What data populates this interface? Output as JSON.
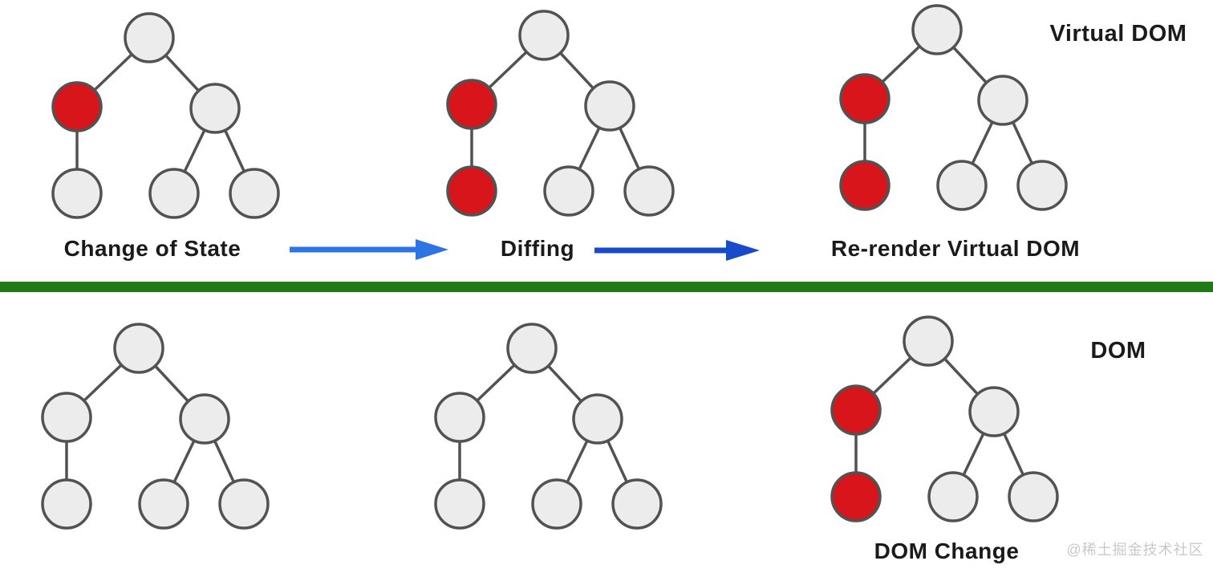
{
  "labels": {
    "change_of_state": "Change of State",
    "diffing": "Diffing",
    "rerender_virtual_dom": "Re-render Virtual DOM",
    "virtual_dom_section": "Virtual DOM",
    "dom_section": "DOM",
    "dom_change": "DOM Change"
  },
  "watermark": "@稀土掘金技术社区",
  "colors": {
    "node_fill_default": "#ececec",
    "node_fill_changed": "#d8151a",
    "node_stroke": "#525252",
    "edge_stroke": "#525252",
    "divider_green": "#1f7a15",
    "arrow_light_blue": "#2d74e4",
    "arrow_dark_blue": "#174bca",
    "label_color": "#1a1a1a",
    "watermark_color": "#c9c9c9"
  },
  "tree_structure": {
    "nodes": [
      "root",
      "left",
      "right",
      "left-child",
      "right-left",
      "right-right"
    ],
    "edges": [
      [
        "root",
        "left"
      ],
      [
        "root",
        "right"
      ],
      [
        "left",
        "left-child"
      ],
      [
        "right",
        "right-left"
      ],
      [
        "right",
        "right-right"
      ]
    ]
  },
  "trees": [
    {
      "id": "vdom-1",
      "name": "change-of-state-tree",
      "section": "virtual-dom",
      "highlighted_nodes": [
        "left"
      ]
    },
    {
      "id": "vdom-2",
      "name": "diffing-tree",
      "section": "virtual-dom",
      "highlighted_nodes": [
        "left",
        "left-child"
      ]
    },
    {
      "id": "vdom-3",
      "name": "rerender-virtual-dom-tree",
      "section": "virtual-dom",
      "highlighted_nodes": [
        "left",
        "left-child"
      ]
    },
    {
      "id": "dom-1",
      "name": "dom-tree-unchanged-1",
      "section": "dom",
      "highlighted_nodes": []
    },
    {
      "id": "dom-2",
      "name": "dom-tree-unchanged-2",
      "section": "dom",
      "highlighted_nodes": []
    },
    {
      "id": "dom-3",
      "name": "dom-change-tree",
      "section": "dom",
      "highlighted_nodes": [
        "left",
        "left-child"
      ]
    }
  ]
}
